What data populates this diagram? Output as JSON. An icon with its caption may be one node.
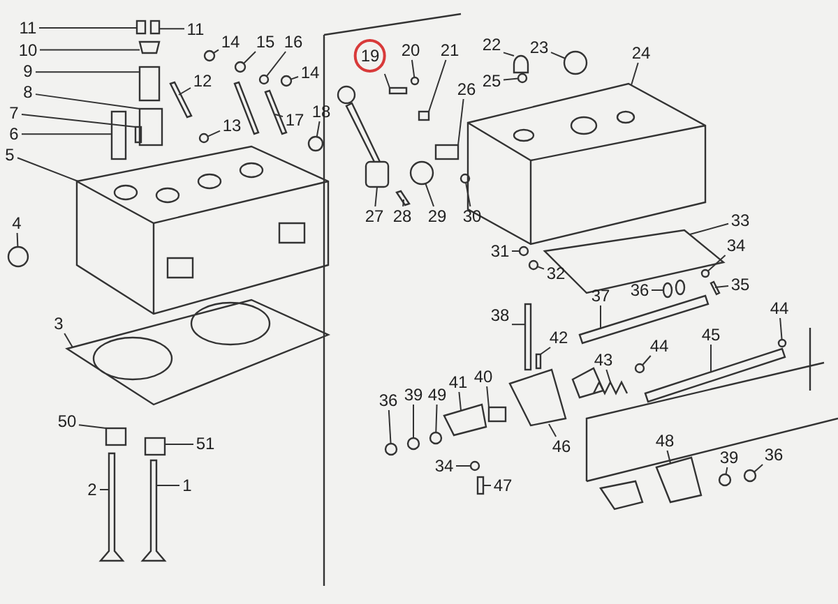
{
  "diagram": {
    "nodes": [
      {
        "text": [
          "11"
        ]
      },
      {
        "text": [
          "11"
        ]
      },
      {
        "text": [
          "10"
        ]
      },
      {
        "text": [
          "9"
        ]
      },
      {
        "text": [
          "8"
        ]
      },
      {
        "text": [
          "7"
        ]
      },
      {
        "text": [
          "6"
        ]
      },
      {
        "text": [
          "5"
        ]
      },
      {
        "text": [
          "4"
        ]
      },
      {
        "text": [
          "14"
        ]
      },
      {
        "text": [
          "15"
        ]
      },
      {
        "text": [
          "16"
        ]
      },
      {
        "text": [
          "14"
        ]
      },
      {
        "text": [
          "12"
        ]
      },
      {
        "text": [
          "17"
        ]
      },
      {
        "text": [
          "13"
        ]
      },
      {
        "text": [
          "18"
        ]
      },
      {
        "text": [
          "3"
        ]
      },
      {
        "text": [
          "50"
        ]
      },
      {
        "text": [
          "51"
        ]
      },
      {
        "text": [
          "2"
        ]
      },
      {
        "text": [
          "1"
        ]
      },
      {
        "text": [
          "19"
        ]
      },
      {
        "text": [
          "20"
        ]
      },
      {
        "text": [
          "21"
        ]
      },
      {
        "text": [
          "26"
        ]
      },
      {
        "text": [
          "22"
        ]
      },
      {
        "text": [
          "23"
        ]
      },
      {
        "text": [
          "24"
        ]
      },
      {
        "text": [
          "25"
        ]
      },
      {
        "text": [
          "27"
        ]
      },
      {
        "text": [
          "28"
        ]
      },
      {
        "text": [
          "29"
        ]
      },
      {
        "text": [
          "30"
        ]
      },
      {
        "text": [
          "33"
        ]
      },
      {
        "text": [
          "31"
        ]
      },
      {
        "text": [
          "32"
        ]
      },
      {
        "text": [
          "34"
        ]
      },
      {
        "text": [
          "35"
        ]
      },
      {
        "text": [
          "36"
        ]
      },
      {
        "text": [
          "37"
        ]
      },
      {
        "text": [
          "38"
        ]
      },
      {
        "text": [
          "44"
        ]
      },
      {
        "text": [
          "42"
        ]
      },
      {
        "text": [
          "44"
        ]
      },
      {
        "text": [
          "45"
        ]
      },
      {
        "text": [
          "43"
        ]
      },
      {
        "text": [
          "41"
        ]
      },
      {
        "text": [
          "40"
        ]
      },
      {
        "text": [
          "36"
        ]
      },
      {
        "text": [
          "39"
        ]
      },
      {
        "text": [
          "49"
        ]
      },
      {
        "text": [
          "46"
        ]
      },
      {
        "text": [
          "48"
        ]
      },
      {
        "text": [
          "39"
        ]
      },
      {
        "text": [
          "36"
        ]
      },
      {
        "text": [
          "34"
        ]
      },
      {
        "text": [
          "47"
        ]
      },
      {
        "text": [],
        "shape": "box"
      },
      {
        "text": [],
        "shape": "box"
      },
      {
        "text": [],
        "shape": "picture"
      },
      {
        "text": [],
        "shape": "box"
      },
      {
        "text": [],
        "shape": "box"
      },
      {
        "text": [],
        "shape": "box"
      },
      {
        "text": [],
        "shape": "box"
      },
      {
        "text": [],
        "shape": "picture"
      },
      {
        "text": [],
        "shape": "circle"
      },
      {
        "text": [],
        "shape": "circle"
      },
      {
        "text": [],
        "shape": "circle"
      },
      {
        "text": [],
        "shape": "circle"
      },
      {
        "text": [],
        "shape": "circle"
      },
      {
        "text": [],
        "shape": "picture"
      },
      {
        "text": [],
        "shape": "picture"
      },
      {
        "text": [],
        "shape": "circle"
      },
      {
        "text": [],
        "shape": "circle"
      },
      {
        "text": [],
        "shape": "picture"
      },
      {
        "text": [],
        "shape": "box"
      },
      {
        "text": [],
        "shape": "box"
      },
      {
        "text": [],
        "shape": "picture"
      },
      {
        "text": [],
        "shape": "picture"
      },
      {
        "text": [],
        "shape": "box"
      },
      {
        "text": [],
        "shape": "circle"
      },
      {
        "text": [],
        "shape": "box"
      },
      {
        "text": [],
        "shape": "box"
      },
      {
        "text": [],
        "shape": "picture"
      },
      {
        "text": [],
        "shape": "circle"
      },
      {
        "text": [],
        "shape": "picture"
      },
      {
        "text": [],
        "shape": "circle"
      },
      {
        "text": [],
        "shape": "picture"
      },
      {
        "text": [],
        "shape": "picture"
      },
      {
        "text": [],
        "shape": "circle"
      },
      {
        "text": [],
        "shape": "circle"
      },
      {
        "text": [],
        "shape": "picture"
      },
      {
        "text": [],
        "shape": "circle"
      },
      {
        "text": [],
        "shape": "circle"
      },
      {
        "text": [],
        "shape": "circle"
      },
      {
        "text": [],
        "shape": "picture"
      },
      {
        "text": [],
        "shape": "picture"
      },
      {
        "text": [],
        "shape": "bar"
      },
      {
        "text": [],
        "shape": "box"
      },
      {
        "text": [],
        "shape": "circle"
      },
      {
        "text": [],
        "shape": "box"
      },
      {
        "text": [],
        "shape": "circle"
      },
      {
        "text": [],
        "shape": "bar"
      },
      {
        "text": [],
        "shape": "picture"
      },
      {
        "text": [],
        "shape": "picture"
      },
      {
        "text": [],
        "shape": "box"
      },
      {
        "text": [],
        "shape": "circle"
      },
      {
        "text": [],
        "shape": "circle"
      },
      {
        "text": [],
        "shape": "circle"
      },
      {
        "text": [],
        "shape": "picture"
      },
      {
        "text": [],
        "shape": "picture"
      },
      {
        "text": [],
        "shape": "circle"
      },
      {
        "text": [],
        "shape": "circle"
      },
      {
        "text": [],
        "shape": "circle"
      },
      {
        "text": [],
        "shape": "box"
      }
    ],
    "edges": [
      {
        "from": 0,
        "to": 58,
        "arrow": "none"
      },
      {
        "from": 1,
        "to": 59,
        "arrow": "none"
      },
      {
        "from": 2,
        "to": 60,
        "arrow": "none"
      },
      {
        "from": 3,
        "to": 61,
        "arrow": "none"
      },
      {
        "from": 4,
        "to": 62,
        "arrow": "none"
      },
      {
        "from": 5,
        "to": 63,
        "arrow": "none"
      },
      {
        "from": 6,
        "to": 64,
        "arrow": "none"
      },
      {
        "from": 7,
        "to": 65,
        "arrow": "none"
      },
      {
        "from": 8,
        "to": 66,
        "arrow": "none"
      },
      {
        "from": 9,
        "to": 67,
        "arrow": "none"
      },
      {
        "from": 10,
        "to": 68,
        "arrow": "none"
      },
      {
        "from": 11,
        "to": 69,
        "arrow": "none"
      },
      {
        "from": 12,
        "to": 70,
        "arrow": "none"
      },
      {
        "from": 13,
        "to": 71,
        "arrow": "none"
      },
      {
        "from": 14,
        "to": 72,
        "arrow": "none"
      },
      {
        "from": 15,
        "to": 73,
        "arrow": "none"
      },
      {
        "from": 16,
        "to": 74,
        "arrow": "none"
      },
      {
        "from": 17,
        "to": 75,
        "arrow": "none"
      },
      {
        "from": 18,
        "to": 76,
        "arrow": "none"
      },
      {
        "from": 19,
        "to": 77,
        "arrow": "none"
      },
      {
        "from": 20,
        "to": 78,
        "arrow": "none"
      },
      {
        "from": 21,
        "to": 79,
        "arrow": "none"
      },
      {
        "from": 22,
        "to": 80,
        "arrow": "none"
      },
      {
        "from": 23,
        "to": 81,
        "arrow": "none"
      },
      {
        "from": 24,
        "to": 82,
        "arrow": "none"
      },
      {
        "from": 25,
        "to": 83,
        "arrow": "none"
      },
      {
        "from": 26,
        "to": 84,
        "arrow": "none"
      },
      {
        "from": 27,
        "to": 85,
        "arrow": "none"
      },
      {
        "from": 28,
        "to": 86,
        "arrow": "none"
      },
      {
        "from": 29,
        "to": 87,
        "arrow": "none"
      },
      {
        "from": 30,
        "to": 88,
        "arrow": "none"
      },
      {
        "from": 31,
        "to": 89,
        "arrow": "none"
      },
      {
        "from": 32,
        "to": 90,
        "arrow": "none"
      },
      {
        "from": 33,
        "to": 91,
        "arrow": "none"
      },
      {
        "from": 34,
        "to": 92,
        "arrow": "none"
      },
      {
        "from": 35,
        "to": 93,
        "arrow": "none"
      },
      {
        "from": 36,
        "to": 94,
        "arrow": "none"
      },
      {
        "from": 37,
        "to": 95,
        "arrow": "none"
      },
      {
        "from": 38,
        "to": 96,
        "arrow": "none"
      },
      {
        "from": 39,
        "to": 97,
        "arrow": "none"
      },
      {
        "from": 40,
        "to": 98,
        "arrow": "none"
      },
      {
        "from": 41,
        "to": 99,
        "arrow": "none"
      },
      {
        "from": 42,
        "to": 100,
        "arrow": "none"
      },
      {
        "from": 43,
        "to": 101,
        "arrow": "none"
      },
      {
        "from": 44,
        "to": 102,
        "arrow": "none"
      },
      {
        "from": 45,
        "to": 103,
        "arrow": "none"
      },
      {
        "from": 46,
        "to": 104,
        "arrow": "none"
      },
      {
        "from": 47,
        "to": 105,
        "arrow": "none"
      },
      {
        "from": 48,
        "to": 106,
        "arrow": "none"
      },
      {
        "from": 49,
        "to": 107,
        "arrow": "none"
      },
      {
        "from": 50,
        "to": 108,
        "arrow": "none"
      },
      {
        "from": 51,
        "to": 109,
        "arrow": "none"
      },
      {
        "from": 52,
        "to": 110,
        "arrow": "none"
      },
      {
        "from": 53,
        "to": 111,
        "arrow": "none"
      },
      {
        "from": 54,
        "to": 112,
        "arrow": "none"
      },
      {
        "from": 55,
        "to": 113,
        "arrow": "none"
      },
      {
        "from": 56,
        "to": 114,
        "arrow": "none"
      },
      {
        "from": 57,
        "to": 115,
        "arrow": "none"
      }
    ]
  }
}
